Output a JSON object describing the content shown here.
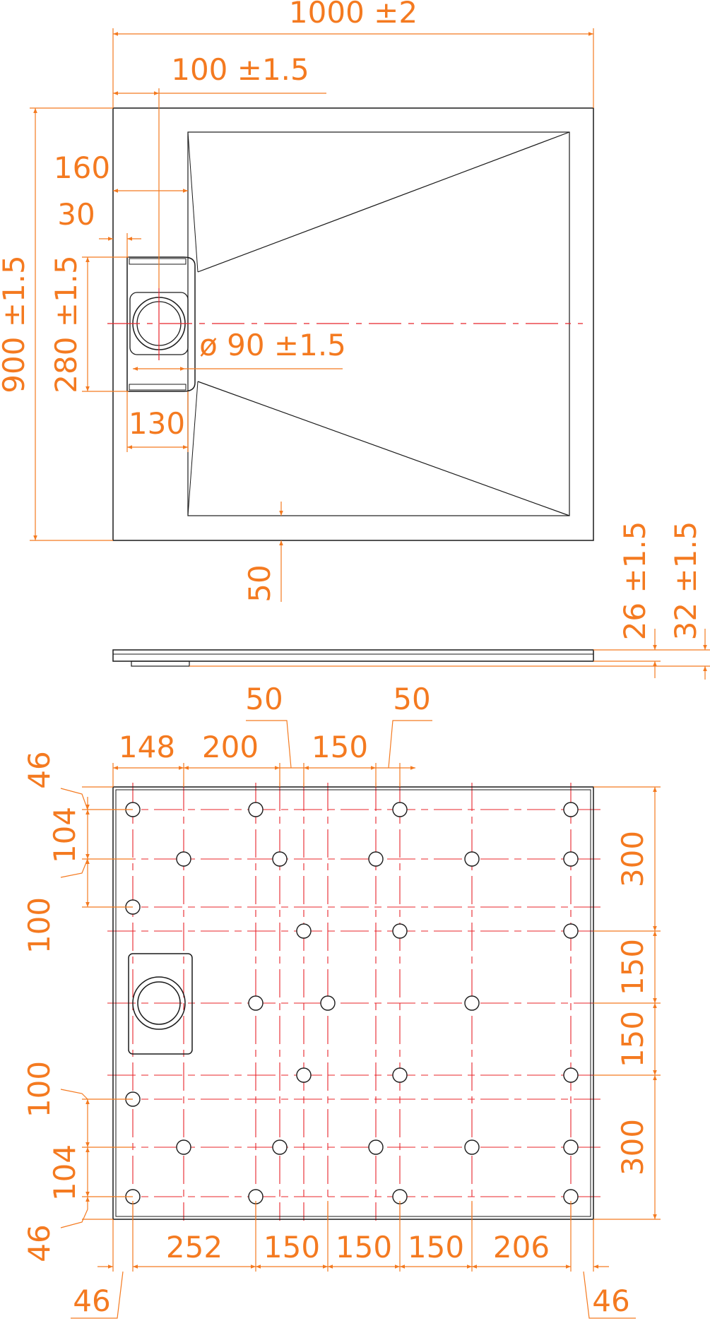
{
  "colors": {
    "dimension": "#F47A20",
    "centerline": "#E8242A",
    "outline": "#1A1A1A",
    "background": "#FFFFFF"
  },
  "top_view": {
    "overall_width": "1000 ±2",
    "overall_depth": "900 ±1.5",
    "drain_center_offset": "100 ±1.5",
    "drain_edge_offset": "160",
    "drain_cutout_offset": "30",
    "drain_cutout_length": "280 ±1.5",
    "drain_diameter": "ø 90 ±1.5",
    "drain_cutout_width": "130",
    "rim_width": "50"
  },
  "side_view": {
    "height_a": "26 ±1.5",
    "height_b": "32 ±1.5"
  },
  "bottom_view": {
    "top_dims": [
      "148",
      "200",
      "150"
    ],
    "top_callouts": [
      "50",
      "50"
    ],
    "left_dims": [
      "46",
      "104",
      "100",
      "100",
      "104",
      "46"
    ],
    "right_dims": [
      "300",
      "150",
      "150",
      "300"
    ],
    "bottom_dims": [
      "252",
      "150",
      "150",
      "150",
      "206"
    ],
    "bottom_edge_dims": [
      "46",
      "46"
    ]
  }
}
